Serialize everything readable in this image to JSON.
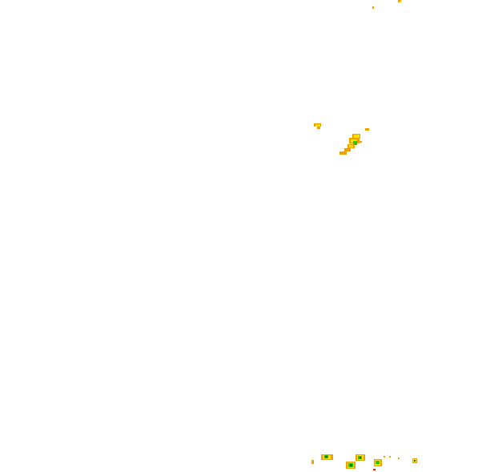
{
  "map": {
    "background_color": "#ffffff",
    "legend_colors": {
      "orange": "#f0a000",
      "yellow": "#f8e000",
      "green": "#28c800",
      "dark_green": "#0a7a2a",
      "red": "#e82000"
    },
    "echo_cells": [
      {
        "id": "cell-top-edge",
        "levels": [
          "orange",
          "yellow"
        ]
      },
      {
        "id": "cell-upper-small",
        "levels": [
          "yellow",
          "orange"
        ]
      },
      {
        "id": "cell-upper-main",
        "levels": [
          "orange",
          "yellow",
          "green"
        ]
      },
      {
        "id": "cell-bottom-band",
        "levels": [
          "orange",
          "yellow",
          "green",
          "dark_green",
          "red"
        ]
      }
    ]
  }
}
